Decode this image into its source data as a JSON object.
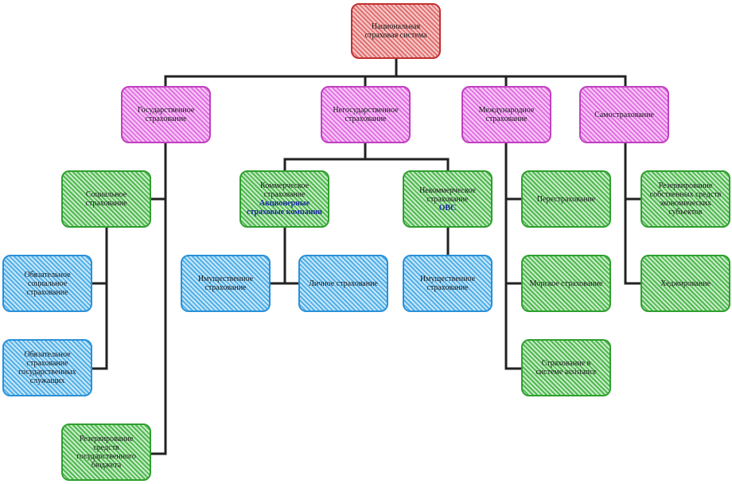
{
  "diagram": {
    "root": {
      "label": "Национальная страховая система"
    },
    "state": {
      "label": "Государственное страхование"
    },
    "nonstate": {
      "label": "Негосударственное страхование"
    },
    "international": {
      "label": "Международное страхование"
    },
    "selfinsurance": {
      "label": "Самострахование"
    },
    "social": {
      "label": "Социальное страхование"
    },
    "commercial": {
      "label": "Коммерческое страхование",
      "sub": "Акционерные страховые компании"
    },
    "noncommercial": {
      "label": "Некоммерческое страхование",
      "sub": "ОВС"
    },
    "reinsurance": {
      "label": "Перестрахование"
    },
    "reserve_entities": {
      "label": "Резервирование собственных средств экономических субъектов"
    },
    "marine": {
      "label": "Морское страхование"
    },
    "hedging": {
      "label": "Хеджирование"
    },
    "assistance": {
      "label": "Страхование в системе assistance"
    },
    "obligatory_social": {
      "label": "Обязательное социальное страхование"
    },
    "obligatory_state": {
      "label": "Обязательное страхование государственных служащих"
    },
    "budget_reserve": {
      "label": "Резервирование средств государственного бюджета"
    },
    "property_comm": {
      "label": "Имущественное страхование"
    },
    "personal": {
      "label": "Личное страхование"
    },
    "property_noncomm": {
      "label": "Имущественное страхование"
    }
  },
  "colors": {
    "red": "#e07070",
    "magenta": "#e070e0",
    "green": "#50b850",
    "blue": "#50b0e8",
    "connector": "#222222"
  }
}
